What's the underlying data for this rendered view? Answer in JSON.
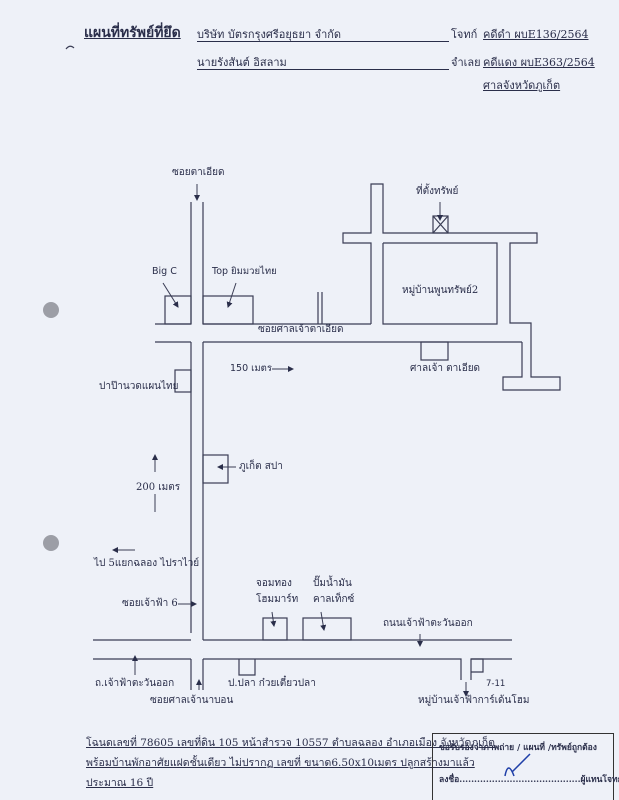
{
  "header": {
    "title": "แผนที่ทรัพย์ที่ยึด",
    "plaintiff": "บริษัท บัตรกรุงศรีอยุธยา จำกัด",
    "plaintiff_role": "โจทก์",
    "defendant": "นายรังสันต์  อิสลาม",
    "defendant_role": "จำเลย",
    "black_case": "คดีดำ   ผบE136/2564",
    "red_case": "คดีแดง  ผบE363/2564",
    "court": "ศาลจังหวัดภูเก็ต"
  },
  "map": {
    "soi_ta_iad": "ซอยตาเอียด",
    "property_location": "ที่ตั้งทรัพย์",
    "big_c": "Big C",
    "top_muay_thai": "Top ยิมมวยไทย",
    "village_phoon_sap": "หมู่บ้านพูนทรัพย์2",
    "soi_shrine": "ซอยศาลเจ้าตาเอียด",
    "distance_150": "150  เมตร",
    "shrine": "ศาลเจ้า ตาเอียด",
    "massage": "ปาป๊านวดแผนไทย",
    "phuket_spa": "ภูเก็ต สปา",
    "distance_200": "200 เมตร",
    "to_rawai": "ไป 5แยกฉลอง ไปราไวย์",
    "soi_chaofa_6": "ซอยเจ้าฟ้า 6",
    "jomthong_1": "จอมทอง",
    "jomthong_2": "โฮมมาร์ท",
    "gas_1": "ปั๊มน้ำมัน",
    "gas_2": "คาลเท็กซ์",
    "chaofa_east_road": "ถนนเจ้าฟ้าตะวันออก",
    "chaofa_east_short": "ถ.เจ้าฟ้าตะวันออก",
    "noodle": "ป.ปลา ก๋วยเตี๋ยวปลา",
    "soi_nabon": "ซอยศาลเจ้านาบอน",
    "seven_eleven": "7-11",
    "garden_home": "หมู่บ้านเจ้าฟ้าการ์เด้นโฮม"
  },
  "footer": {
    "line1": "โฉนดเลขที่ 78605 เลขที่ดิน 105 หน้าสำรวจ 10557 ตำบลฉลอง อำเภอเมือง จังหวัดภูเก็ต",
    "line2": "พร้อมบ้านพักอาศัยแฝดชั้นเดียว ไม่ปรากฏ เลขที่ ขนาด6.50x10เมตร ปลูกสร้างมาแล้ว",
    "line3": "ประมาณ 16 ปี",
    "certify": "ขอรับรองว่าภาพถ่าย / แผนที่ /ทรัพย์ถูกต้อง",
    "sign_label": "ลงชื่อ.........................................ผู้แทนโจทก์"
  },
  "colors": {
    "paper": "#eef1f8",
    "ink": "#2a2e4a"
  }
}
